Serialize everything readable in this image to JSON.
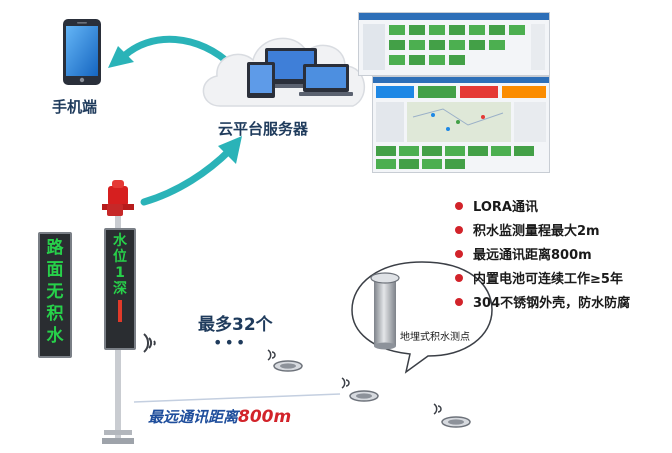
{
  "labels": {
    "phone": "手机端",
    "cloud": "云平台服务器",
    "sensor_point": "地埋式积水测点",
    "max_count": "最多32个",
    "dots": "•••"
  },
  "distance": {
    "prefix": "最远通讯距离",
    "value": "800m"
  },
  "features": [
    "LORA通讯",
    "积水监测量程最大2m",
    "最远通讯距离800m",
    "内置电池可连续工作≥5年",
    "304不锈钢外壳，防水防腐"
  ],
  "signs": {
    "left_chars": [
      "路",
      "面",
      "无",
      "积",
      "水"
    ],
    "right_chars": [
      "水",
      "位",
      "1",
      "深"
    ]
  },
  "colors": {
    "accent_teal": "#2ab3b8",
    "bullet_red": "#d2232a",
    "led_green": "#27d14a",
    "led_red": "#e03a2a",
    "beacon_red": "#d61f1f",
    "title_blue": "#1f3b5c"
  }
}
